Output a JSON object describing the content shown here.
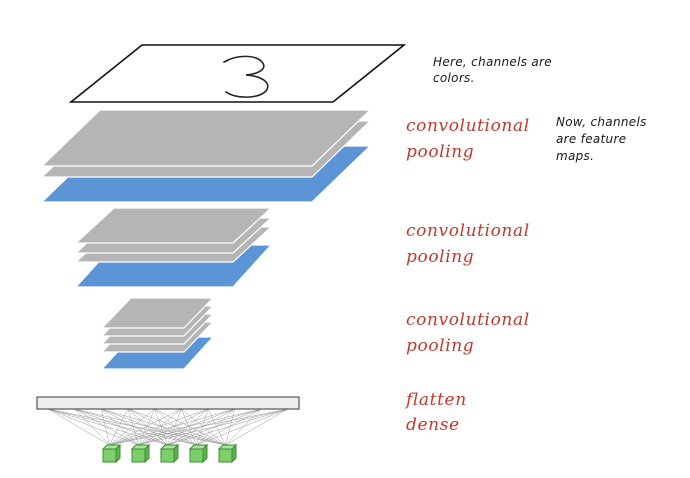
{
  "input": {
    "digit": "3",
    "note_lines": [
      "Here, channels are",
      "colors."
    ]
  },
  "feature_note_lines": [
    "Now, channels",
    "are feature",
    "maps."
  ],
  "blocks": [
    {
      "line1": "convolutional",
      "line2": "pooling"
    },
    {
      "line1": "convolutional",
      "line2": "pooling"
    },
    {
      "line1": "convolutional",
      "line2": "pooling"
    }
  ],
  "head": {
    "line1": "flatten",
    "line2": "dense"
  },
  "dense_units": 5,
  "colors": {
    "feature_map": "#b5b5b5",
    "pooled_map": "#5b95d6",
    "label_text": "#c0392b",
    "dense_node": "#7ccf6a"
  }
}
